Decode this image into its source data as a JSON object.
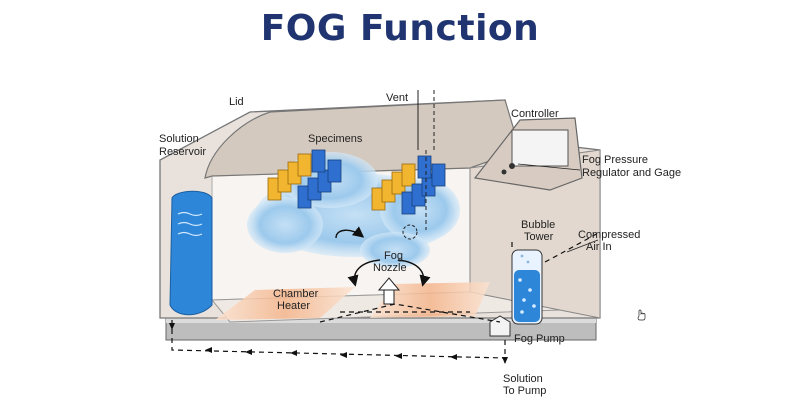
{
  "title": "FOG Function",
  "labels": {
    "lid": "Lid",
    "vent": "Vent",
    "controller": "Controller",
    "solution_reservoir_1": "Solution",
    "solution_reservoir_2": "Reservoir",
    "specimens": "Specimens",
    "fog_pressure_1": "Fog Pressure",
    "fog_pressure_2": "Regulator and Gage",
    "bubble_tower_1": "Bubble",
    "bubble_tower_2": "Tower",
    "compressed_air_1": "Compressed",
    "compressed_air_2": "Air In",
    "fog_nozzle_1": "Fog",
    "fog_nozzle_2": "Nozzle",
    "chamber_heater_1": "Chamber",
    "chamber_heater_2": "Heater",
    "fog_pump": "Fog Pump",
    "solution_to_pump_1": "Solution",
    "solution_to_pump_2": "To Pump"
  },
  "colors": {
    "title": "#1f3470",
    "water": "#2e86d8",
    "specimen_gold": "#f2b530",
    "specimen_blue": "#2f6fd0",
    "fog": "#9cc9ec",
    "heater": "#f7c7a6",
    "chamber_shell": "#d9cfc6"
  },
  "icons": {
    "pointer": "hand-pointer-icon"
  }
}
